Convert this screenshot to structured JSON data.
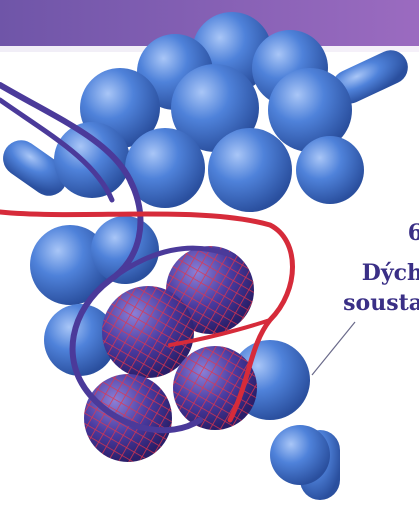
{
  "caption": {
    "number": "6",
    "line1": "Dých",
    "line2": "sousta"
  },
  "colors": {
    "header_band": "#7b5bb0",
    "alveoli": "#3f74d2",
    "alveoli_highlight": "#8fb3f2",
    "vein": "#4b3a9a",
    "artery": "#d62b3a",
    "caption_text": "#3a2f86"
  },
  "icons": [
    "alveoli-cluster-illustration"
  ]
}
